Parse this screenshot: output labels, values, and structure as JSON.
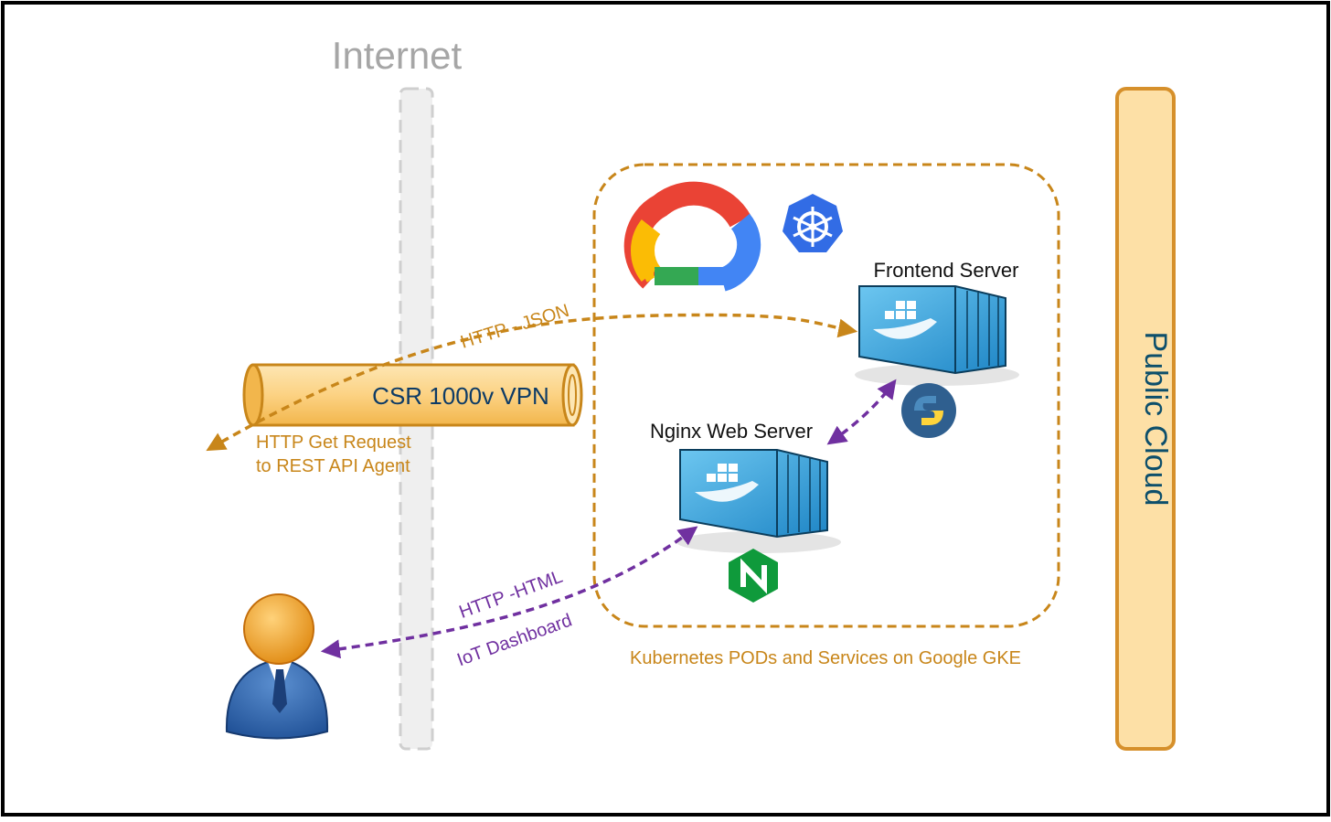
{
  "diagram": {
    "internet_label": "Internet",
    "public_cloud_label": "Public Cloud",
    "vpn_label": "CSR 1000v VPN",
    "cluster_label": "Kubernetes PODs and Services on Google GKE",
    "frontend_label": "Frontend Server",
    "nginx_label": "Nginx Web Server",
    "http_json_label": "HTTP - JSON",
    "http_get_line1": "HTTP Get Request",
    "http_get_line2": "to REST API Agent",
    "http_html_label": "HTTP -HTML",
    "iot_dashboard_label": "IoT Dashboard"
  },
  "icons": {
    "google_cloud": "google-cloud-logo",
    "kubernetes": "kubernetes-logo",
    "frontend_container": "docker-container-icon",
    "nginx_container": "docker-container-icon",
    "python": "python-logo",
    "nginx": "nginx-logo",
    "user": "user-avatar-icon"
  },
  "colors": {
    "orange": "#c8861a",
    "purple": "#7030a0",
    "vpn_fill": "#fcd283",
    "public_cloud_fill": "#fde0a6",
    "container_blue": "#3aa8dd",
    "python_bg": "#2f5f8f",
    "nginx_green": "#0f9a3b"
  }
}
